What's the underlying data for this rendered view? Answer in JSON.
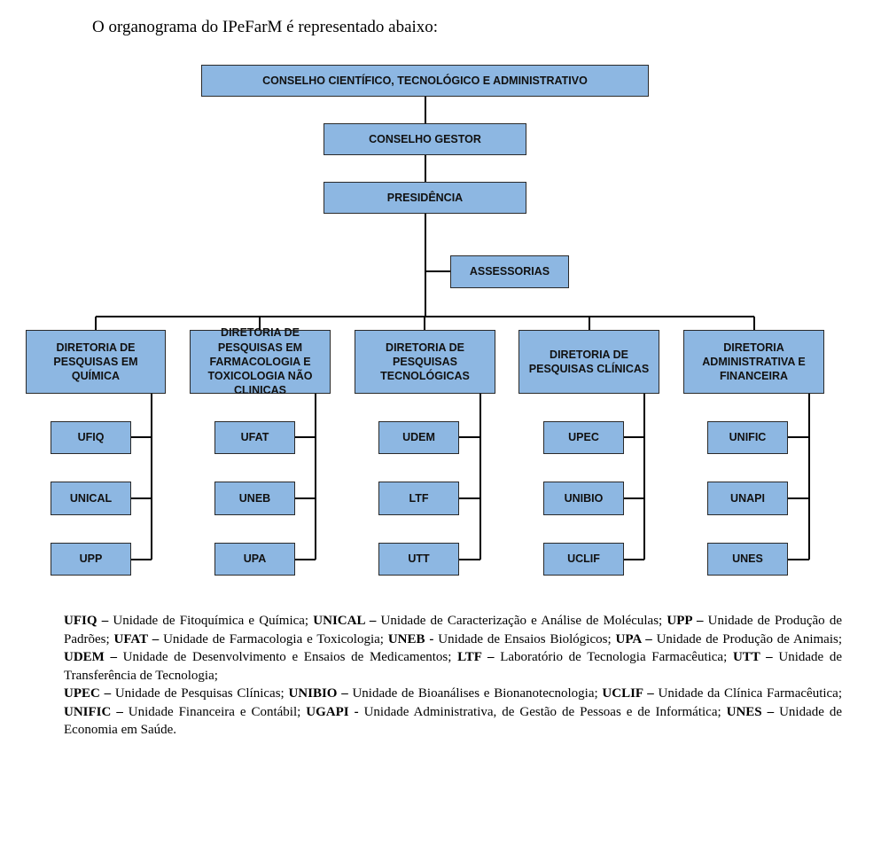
{
  "intro": "O organograma do IPeFarM é representado abaixo:",
  "top": {
    "conselho": "CONSELHO CIENTÍFICO, TECNOLÓGICO E ADMINISTRATIVO",
    "gestor": "CONSELHO GESTOR",
    "presidencia": "PRESIDÊNCIA",
    "assessorias": "ASSESSORIAS"
  },
  "directorates": [
    {
      "label": "DIRETORIA DE PESQUISAS EM QUÍMICA",
      "units": [
        "UFIQ",
        "UNICAL",
        "UPP"
      ]
    },
    {
      "label": "DIRETORIA DE PESQUISAS EM FARMACOLOGIA E TOXICOLOGIA NÃO CLINICAS",
      "units": [
        "UFAT",
        "UNEB",
        "UPA"
      ]
    },
    {
      "label": "DIRETORIA DE PESQUISAS TECNOLÓGICAS",
      "units": [
        "UDEM",
        "LTF",
        "UTT"
      ]
    },
    {
      "label": "DIRETORIA DE PESQUISAS CLÍNICAS",
      "units": [
        "UPEC",
        "UNIBIO",
        "UCLIF"
      ]
    },
    {
      "label": "DIRETORIA ADMINISTRATIVA E FINANCEIRA",
      "units": [
        "UNIFIC",
        "UNAPI",
        "UNES"
      ]
    }
  ],
  "legend": [
    {
      "abbr": "UFIQ",
      "sep": " – ",
      "text": "Unidade de Fitoquímica e Química; "
    },
    {
      "abbr": "UNICAL",
      "sep": " – ",
      "text": "Unidade de Caracterização e Análise de Moléculas; "
    },
    {
      "abbr": "UPP",
      "sep": " – ",
      "text": "Unidade de Produção de Padrões; "
    },
    {
      "abbr": "UFAT",
      "sep": " – ",
      "text": "Unidade de Farmacologia e Toxicologia; "
    },
    {
      "abbr": "UNEB",
      "sep": " - ",
      "text": "Unidade de Ensaios Biológicos; "
    },
    {
      "abbr": "UPA",
      "sep": " – ",
      "text": "Unidade de Produção de Animais; "
    },
    {
      "abbr": "UDEM",
      "sep": " – ",
      "text": "Unidade de Desenvolvimento e Ensaios de Medicamentos; "
    },
    {
      "abbr": "LTF",
      "sep": " – ",
      "text": "Laboratório de Tecnologia Farmacêutica; "
    },
    {
      "abbr": "UTT",
      "sep": " – ",
      "text": "Unidade de Transferência de Tecnologia; "
    },
    {
      "abbr": "UPEC",
      "sep": " – ",
      "text": "Unidade de Pesquisas Clínicas; "
    },
    {
      "abbr": "UNIBIO",
      "sep": " – ",
      "text": "Unidade de Bioanálises e Bionanotecnologia; "
    },
    {
      "abbr": "UCLIF",
      "sep": " – ",
      "text": "Unidade da Clínica Farmacêutica; "
    },
    {
      "abbr": "UNIFIC",
      "sep": " – ",
      "text": "Unidade Financeira e Contábil; "
    },
    {
      "abbr": "UGAPI",
      "sep": " - ",
      "text": "Unidade Administrativa, de Gestão de Pessoas e de Informática; "
    },
    {
      "abbr": "UNES",
      "sep": " – ",
      "text": "Unidade de Economia em Saúde."
    }
  ]
}
